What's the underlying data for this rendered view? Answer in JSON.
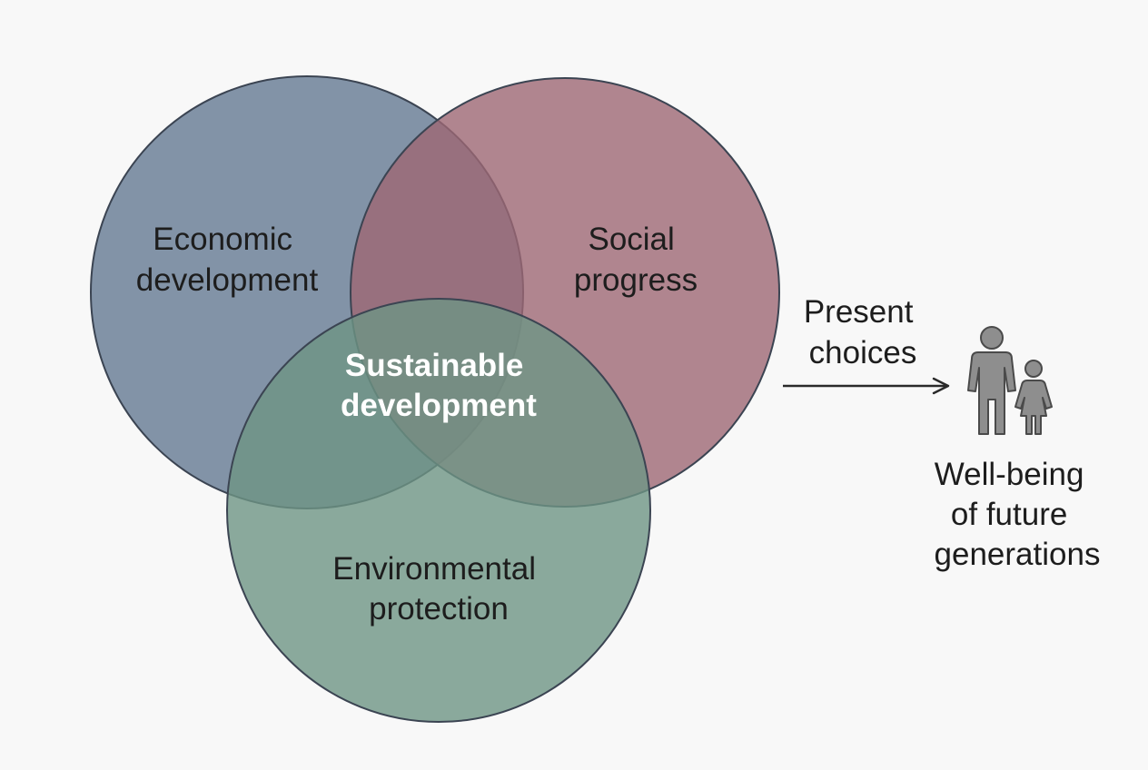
{
  "venn": {
    "economic": {
      "line1": "Economic",
      "line2": "development",
      "color": "#6d8199"
    },
    "social": {
      "line1": "Social",
      "line2": "progress",
      "color": "#9d6874"
    },
    "environmental": {
      "line1": "Environmental",
      "line2": "protection",
      "color": "#6e9584"
    },
    "center": {
      "line1": "Sustainable",
      "line2": "development"
    }
  },
  "flow": {
    "arrow_label": {
      "line1": "Present",
      "line2": "choices"
    },
    "outcome": {
      "line1": "Well-being",
      "line2": "of future",
      "line3": "generations"
    }
  },
  "icons": {
    "people": "adult-and-child-icon"
  }
}
